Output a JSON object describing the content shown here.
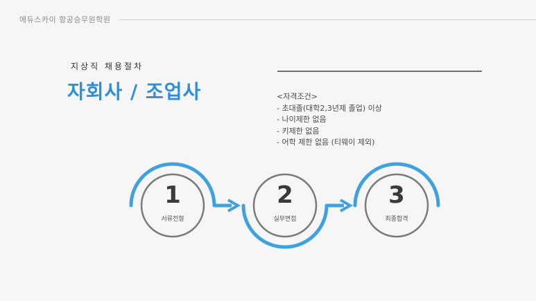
{
  "header": {
    "brand": "에듀스카이 항공승무원학원"
  },
  "page": {
    "subtitle": "지상직 채용절차",
    "title": "자회사 / 조업사"
  },
  "requirements": {
    "heading": "<자격조건>",
    "items": [
      "- 초대졸(대학2,3년제 졸업) 이상",
      "- 나이제한 없음",
      "- 키제한 없음",
      "- 어학 제한 없음 (티웨이 제외)"
    ]
  },
  "steps": [
    {
      "number": "1",
      "label": "서류전형"
    },
    {
      "number": "2",
      "label": "실무면접"
    },
    {
      "number": "3",
      "label": "최종합격"
    }
  ],
  "colors": {
    "accent": "#3fa1dd",
    "title": "#2f8fd6",
    "ring": "#7a7a7a"
  }
}
